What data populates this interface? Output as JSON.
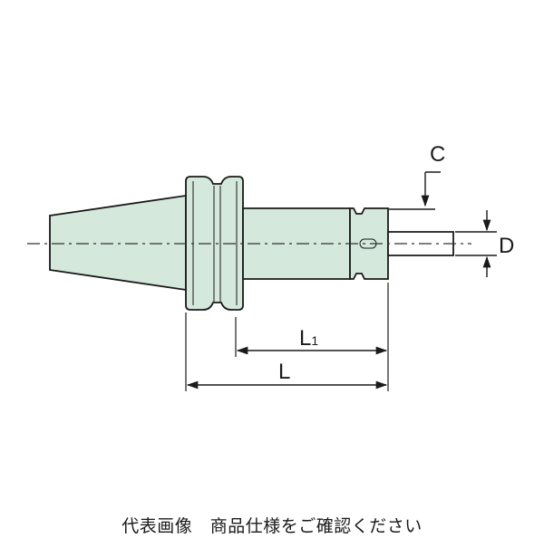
{
  "diagram": {
    "labels": {
      "c": "C",
      "d": "D",
      "l1_main": "L",
      "l1_sub": "1",
      "l": "L"
    },
    "colors": {
      "body_fill": "#d4e8dc",
      "outline": "#1a1a1a",
      "centerline": "#333333"
    }
  },
  "caption": "代表画像　商品仕様をご確認ください"
}
